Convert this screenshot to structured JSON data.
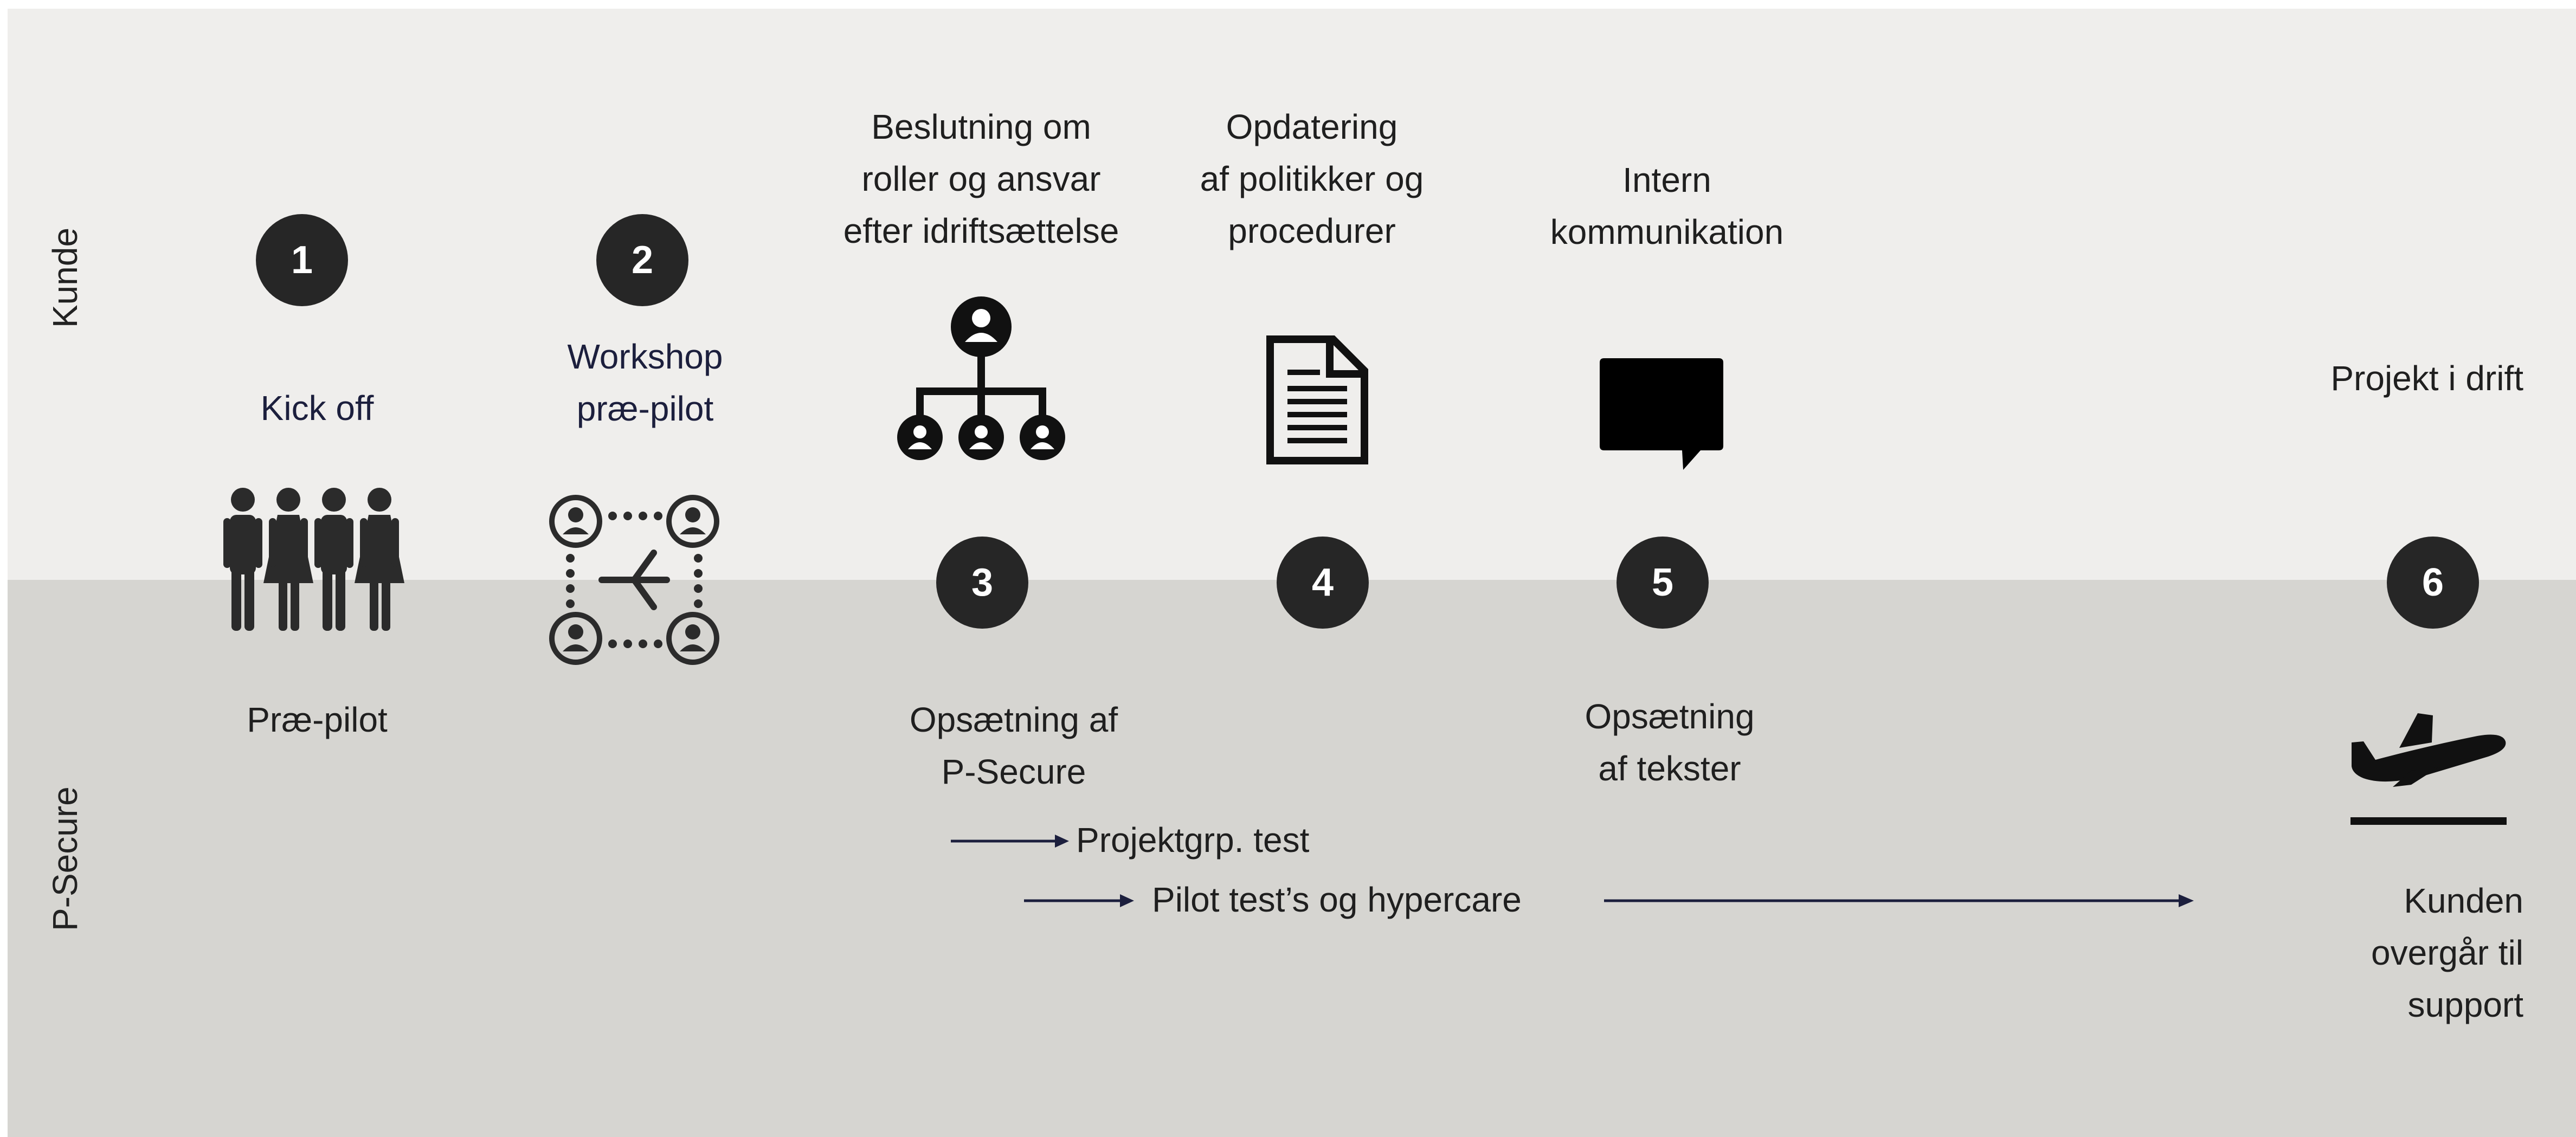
{
  "lanes": {
    "top": "Kunde",
    "bottom": "P-Secure"
  },
  "steps": [
    {
      "number": "1",
      "top_label": "Kick off",
      "bottom_label": "Præ-pilot"
    },
    {
      "number": "2",
      "top_label": "Workshop\npræ-pilot"
    },
    {
      "number": "3",
      "top_label": "Beslutning om\nroller og ansvar\nefter idriftsættelse",
      "bottom_label": "Opsætning af\nP-Secure"
    },
    {
      "number": "4",
      "top_label": "Opdatering\naf politikker og\nprocedurer"
    },
    {
      "number": "5",
      "top_label": "Intern\nkommunikation",
      "bottom_label": "Opsætning\naf tekster"
    },
    {
      "number": "6",
      "top_label": "Projekt i drift",
      "bottom_label": "Kunden\novergår til\nsupport"
    }
  ],
  "flows": [
    {
      "label": "Projektgrp. test"
    },
    {
      "label": "Pilot test’s og hypercare"
    }
  ],
  "icons": {
    "step1": "people-group-icon",
    "step2": "workshop-network-icon",
    "step3": "org-chart-icon",
    "step4": "document-icon",
    "step5": "speech-bubble-icon",
    "step6": "airplane-takeoff-icon"
  },
  "colors": {
    "top_band": "#efeeec",
    "bottom_band": "#d6d5d1",
    "badge": "#262626",
    "arrow": "#1c1f3d"
  }
}
